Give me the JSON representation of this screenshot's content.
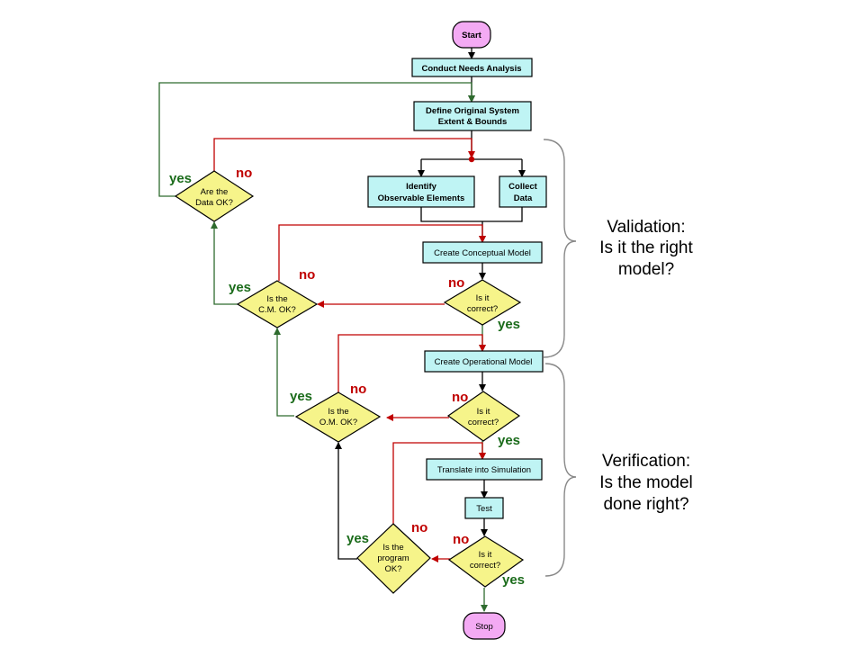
{
  "terminals": {
    "start": "Start",
    "stop": "Stop"
  },
  "processes": {
    "conduct_needs_analysis": "Conduct Needs Analysis",
    "define_system": [
      "Define Original System",
      "Extent & Bounds"
    ],
    "identify_elements": [
      "Identify",
      "Observable Elements"
    ],
    "collect_data": [
      "Collect",
      "Data"
    ],
    "create_conceptual_model": "Create Conceptual Model",
    "create_operational_model": "Create Operational Model",
    "translate_into_simulation": "Translate into Simulation",
    "test": "Test"
  },
  "decisions": {
    "data_ok": [
      "Are the",
      "Data OK?"
    ],
    "cm_ok": [
      "Is the",
      "C.M. OK?"
    ],
    "cm_correct": [
      "Is it",
      "correct?"
    ],
    "om_ok": [
      "Is the",
      "O.M. OK?"
    ],
    "om_correct": [
      "Is it",
      "correct?"
    ],
    "program_ok": [
      "Is the",
      "program",
      "OK?"
    ],
    "program_correct": [
      "Is it",
      "correct?"
    ]
  },
  "branch_labels": {
    "yes": "yes",
    "no": "no"
  },
  "annotations": {
    "validation": [
      "Validation:",
      "Is it the right",
      "model?"
    ],
    "verification": [
      "Verification:",
      "Is the model",
      "done right?"
    ]
  },
  "colors": {
    "terminal_fill": "#f4aaf4",
    "process_fill": "#bff4f4",
    "decision_fill": "#f6f48a",
    "yes_line": "#2e6b2e",
    "no_line": "#c00000",
    "main_line": "#000000"
  }
}
